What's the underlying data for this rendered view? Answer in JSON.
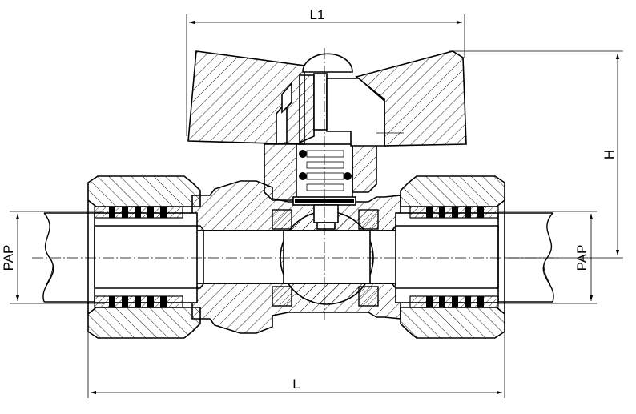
{
  "dimensions": {
    "top_width": "L1",
    "overall_length": "L",
    "height": "H",
    "pipe_left": "PAP",
    "pipe_right": "PAP"
  }
}
